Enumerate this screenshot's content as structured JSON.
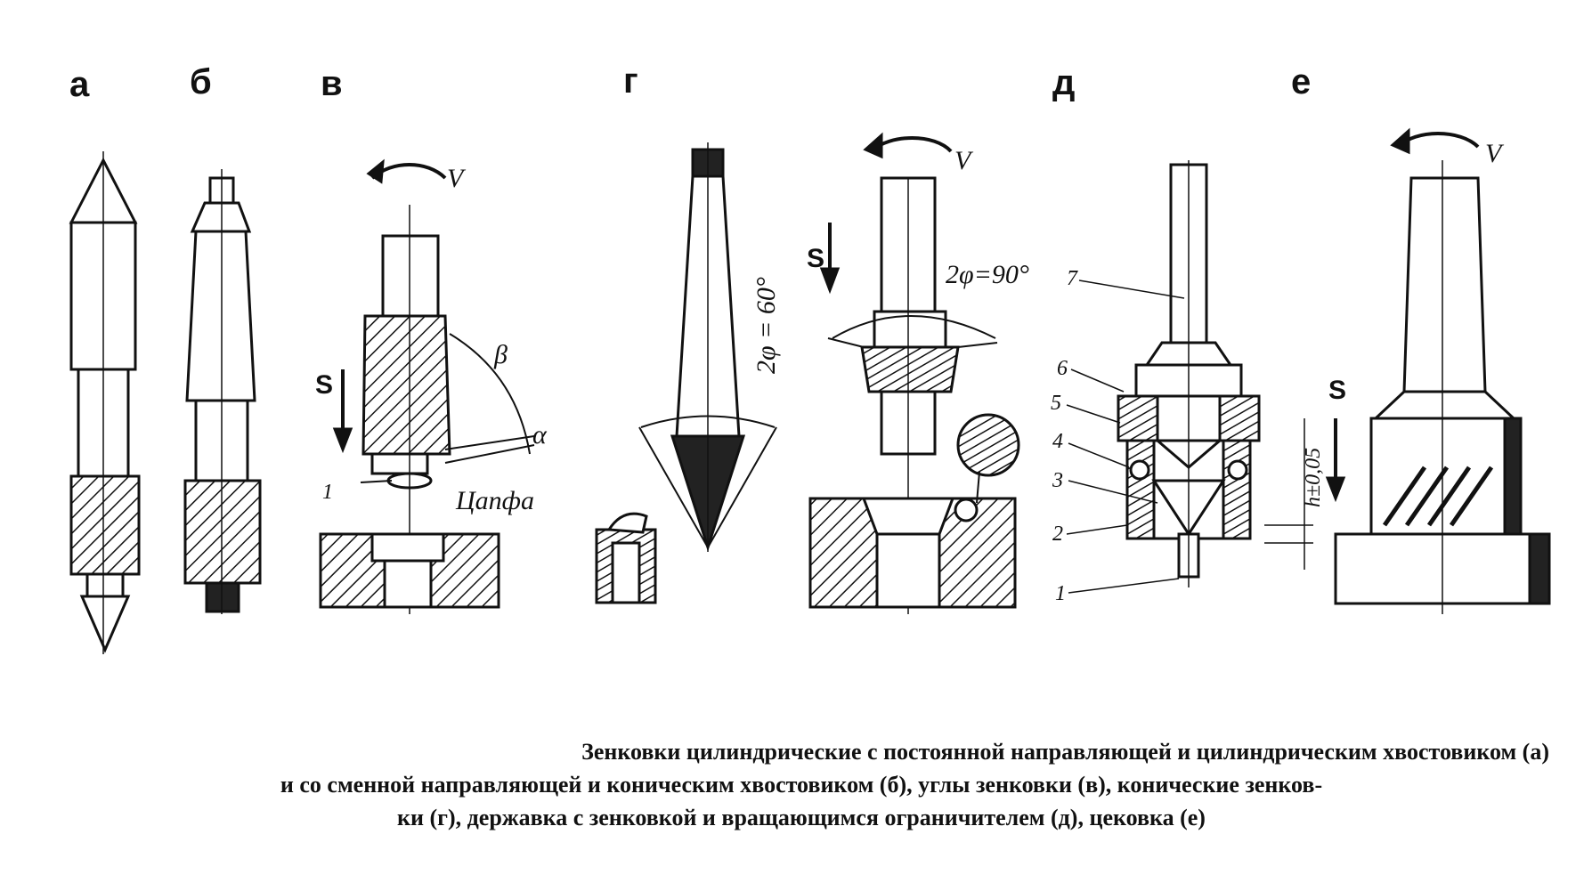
{
  "panels": {
    "a": "а",
    "b": "б",
    "v": "в",
    "g": "г",
    "d": "д",
    "e": "е"
  },
  "labels": {
    "v1": "V",
    "v2": "V",
    "v3": "V",
    "s1": "S",
    "s2": "S",
    "s3": "S",
    "beta": "β",
    "alpha": "α",
    "num1_v": "1",
    "cap_fa": "Цапфа",
    "angle60": "2φ = 60°",
    "angle90": "2φ=90°",
    "n7": "7",
    "n6": "6",
    "n5": "5",
    "n4": "4",
    "n3": "3",
    "n2": "2",
    "n1": "1",
    "tol": "h±0,05"
  },
  "caption": {
    "line1": "Зенковки цилиндрические с постоянной направляющей и цилиндрическим хвостовиком (а)",
    "line2": "и со сменной направляющей и коническим хвостовиком (б), углы зенковки (в), конические зенков-",
    "line3": "ки (г), державка с зенковкой и вращающимся ограничителем (д), цековка (е)"
  }
}
